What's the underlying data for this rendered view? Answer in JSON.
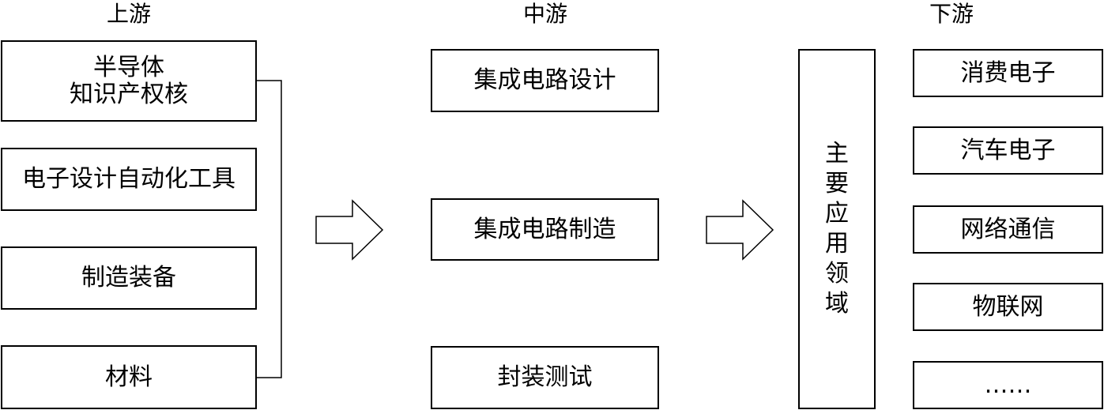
{
  "headers": {
    "upstream": "上游",
    "midstream": "中游",
    "downstream": "下游"
  },
  "upstream": {
    "items": [
      {
        "line1": "半导体",
        "line2": "知识产权核"
      },
      {
        "label": "电子设计自动化工具"
      },
      {
        "label": "制造装备"
      },
      {
        "label": "材料"
      }
    ]
  },
  "midstream": {
    "items": [
      {
        "label": "集成电路设计"
      },
      {
        "label": "集成电路制造"
      },
      {
        "label": "封装测试"
      }
    ]
  },
  "downstream": {
    "domain_box": {
      "label": "主要应用领域",
      "chars": [
        "主",
        "要",
        "应",
        "用",
        "领",
        "域"
      ]
    },
    "items": [
      {
        "label": "消费电子"
      },
      {
        "label": "汽车电子"
      },
      {
        "label": "网络通信"
      },
      {
        "label": "物联网"
      },
      {
        "label": "……"
      }
    ]
  },
  "colors": {
    "stroke": "#000000",
    "background": "#ffffff"
  }
}
